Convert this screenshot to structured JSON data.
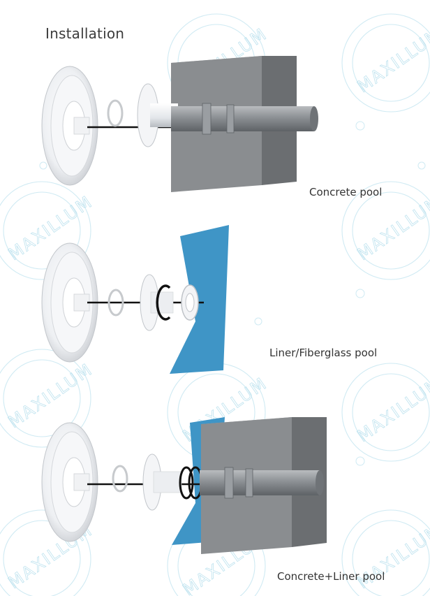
{
  "title": "Installation",
  "scenes": [
    {
      "caption": "Concrete pool"
    },
    {
      "caption": "Liner/Fiberglass pool"
    },
    {
      "caption": "Concrete+Liner pool"
    }
  ],
  "watermark": {
    "text": "MAXILLUM"
  },
  "colors": {
    "concrete_front": "#8a8d90",
    "concrete_top": "#a6a9ac",
    "concrete_side": "#6b6e71",
    "liner_blue": "#3f95c6",
    "lamp_white": "#eef0f3",
    "watermark": "#bfe3ef"
  }
}
